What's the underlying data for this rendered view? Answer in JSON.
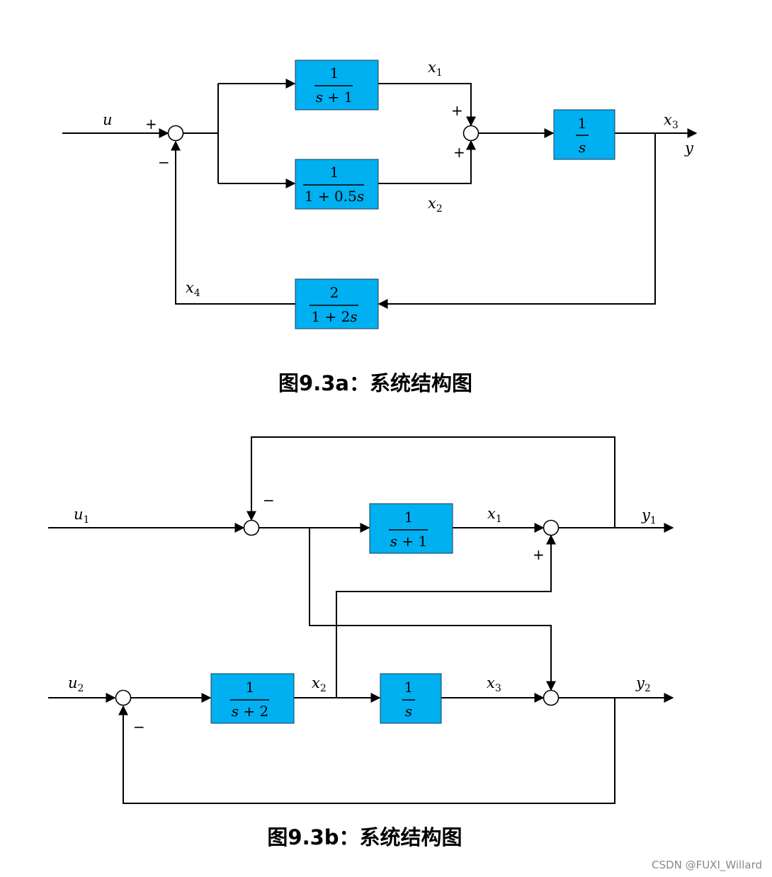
{
  "fig_a": {
    "caption": "图9.3a：系统结构图",
    "signals": {
      "u": "u",
      "x1": "x",
      "x1_sub": "1",
      "x2": "x",
      "x2_sub": "2",
      "x3": "x",
      "x3_sub": "3",
      "x4": "x",
      "x4_sub": "4",
      "y": "y"
    },
    "signs": {
      "sum1_plus": "+",
      "sum1_minus": "−",
      "sum2_plus_top": "+",
      "sum2_plus_bottom": "+"
    },
    "blocks": {
      "b1": {
        "num": "1",
        "den_var": "s",
        "den_rest": " + 1"
      },
      "b2": {
        "num": "1",
        "den_pre": "1 + 0.5",
        "den_var": "s"
      },
      "b3": {
        "num": "1",
        "den_var": "s"
      },
      "b4": {
        "num": "2",
        "den_pre": "1 + 2",
        "den_var": "s"
      }
    }
  },
  "fig_b": {
    "caption": "图9.3b：系统结构图",
    "signals": {
      "u1": "u",
      "u1_sub": "1",
      "u2": "u",
      "u2_sub": "2",
      "x1": "x",
      "x1_sub": "1",
      "x2": "x",
      "x2_sub": "2",
      "x3": "x",
      "x3_sub": "3",
      "y1": "y",
      "y1_sub": "1",
      "y2": "y",
      "y2_sub": "2"
    },
    "signs": {
      "top_minus": "−",
      "right_plus": "+",
      "bottom_minus": "−"
    },
    "blocks": {
      "b1": {
        "num": "1",
        "den_var": "s",
        "den_rest": " + 1"
      },
      "b2": {
        "num": "1",
        "den_var": "s",
        "den_rest": " + 2"
      },
      "b3": {
        "num": "1",
        "den_var": "s"
      }
    }
  },
  "watermark": "CSDN @FUXI_Willard",
  "colors": {
    "block_fill": "#00b0f0",
    "line": "#000000"
  }
}
